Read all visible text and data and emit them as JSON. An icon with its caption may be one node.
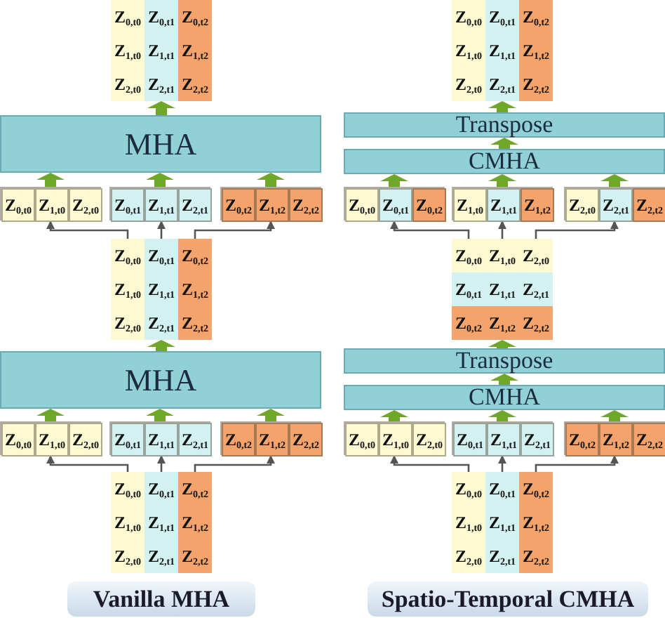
{
  "diagram": {
    "nodes": [
      {
        "text": [],
        "shape": "box"
      },
      {
        "text": [
          "Z$_{0,t0}$"
        ],
        "in": 0
      },
      {
        "text": [
          "Z$_{0,t1}$"
        ],
        "in": 0
      },
      {
        "text": [
          "Z$_{0,t2}$"
        ],
        "in": 0
      },
      {
        "text": [
          "Z$_{1,t0}$"
        ],
        "in": 0
      },
      {
        "text": [
          "Z$_{1,t1}$"
        ],
        "in": 0
      },
      {
        "text": [
          "Z$_{1,t2}$"
        ],
        "in": 0
      },
      {
        "text": [
          "Z$_{2,t0}$"
        ],
        "in": 0
      },
      {
        "text": [
          "Z$_{2,t1}$"
        ],
        "in": 0
      },
      {
        "text": [
          "Z$_{2,t2}$"
        ],
        "in": 0
      },
      {
        "text": [
          "MHA"
        ]
      },
      {
        "text": [],
        "shape": "box"
      },
      {
        "text": [
          "Z$_{0,t0}$"
        ],
        "in": 11
      },
      {
        "text": [
          "Z$_{1,t0}$"
        ],
        "in": 11
      },
      {
        "text": [
          "Z$_{2,t0}$"
        ],
        "in": 11
      },
      {
        "text": [],
        "shape": "box"
      },
      {
        "text": [
          "Z$_{0,t1}$"
        ],
        "in": 15
      },
      {
        "text": [
          "Z$_{1,t1}$"
        ],
        "in": 15
      },
      {
        "text": [
          "Z$_{2,t1}$"
        ],
        "in": 15
      },
      {
        "text": [],
        "shape": "box"
      },
      {
        "text": [
          "Z$_{0,t2}$"
        ],
        "in": 19
      },
      {
        "text": [
          "Z$_{1,t2}$"
        ],
        "in": 19
      },
      {
        "text": [
          "Z$_{2,t2}$"
        ],
        "in": 19
      },
      {
        "text": [],
        "shape": "box"
      },
      {
        "text": [
          "Z$_{0,t0}$"
        ],
        "in": 23
      },
      {
        "text": [
          "Z$_{0,t1}$"
        ],
        "in": 23
      },
      {
        "text": [
          "Z$_{0,t2}$"
        ],
        "in": 23
      },
      {
        "text": [
          "Z$_{1,t0}$"
        ],
        "in": 23
      },
      {
        "text": [
          "Z$_{1,t1}$"
        ],
        "in": 23
      },
      {
        "text": [
          "Z$_{1,t2}$"
        ],
        "in": 23
      },
      {
        "text": [
          "Z$_{2,t0}$"
        ],
        "in": 23
      },
      {
        "text": [
          "Z$_{2,t1}$"
        ],
        "in": 23
      },
      {
        "text": [
          "Z$_{2,t2}$"
        ],
        "in": 23
      },
      {
        "text": [
          "MHA"
        ]
      },
      {
        "text": [],
        "shape": "box"
      },
      {
        "text": [
          "Z$_{0,t0}$"
        ],
        "in": 34
      },
      {
        "text": [
          "Z$_{1,t0}$"
        ],
        "in": 34
      },
      {
        "text": [
          "Z$_{2,t0}$"
        ],
        "in": 34
      },
      {
        "text": [],
        "shape": "box"
      },
      {
        "text": [
          "Z$_{0,t1}$"
        ],
        "in": 38
      },
      {
        "text": [
          "Z$_{1,t1}$"
        ],
        "in": 38
      },
      {
        "text": [
          "Z$_{2,t1}$"
        ],
        "in": 38
      },
      {
        "text": [],
        "shape": "box"
      },
      {
        "text": [
          "Z$_{0,t2}$"
        ],
        "in": 42
      },
      {
        "text": [
          "Z$_{1,t2}$"
        ],
        "in": 42
      },
      {
        "text": [
          "Z$_{2,t2}$"
        ],
        "in": 42
      },
      {
        "text": [],
        "shape": "box"
      },
      {
        "text": [
          "Z$_{0,t0}$"
        ],
        "in": 46
      },
      {
        "text": [
          "Z$_{0,t1}$"
        ],
        "in": 46
      },
      {
        "text": [
          "Z$_{0,t2}$"
        ],
        "in": 46
      },
      {
        "text": [
          "Z$_{1,t0}$"
        ],
        "in": 46
      },
      {
        "text": [
          "Z$_{1,t1}$"
        ],
        "in": 46
      },
      {
        "text": [
          "Z$_{1,t2}$"
        ],
        "in": 46
      },
      {
        "text": [
          "Z$_{2,t0}$"
        ],
        "in": 46
      },
      {
        "text": [
          "Z$_{2,t1}$"
        ],
        "in": 46
      },
      {
        "text": [
          "Z$_{2,t2}$"
        ],
        "in": 46
      },
      {
        "text": [
          "Vanilla MHA"
        ]
      },
      {
        "text": [],
        "shape": "box"
      },
      {
        "text": [
          "Z$_{0,t0}$"
        ],
        "in": 57
      },
      {
        "text": [
          "Z$_{0,t1}$"
        ],
        "in": 57
      },
      {
        "text": [
          "Z$_{0,t2}$"
        ],
        "in": 57
      },
      {
        "text": [
          "Z$_{1,t0}$"
        ],
        "in": 57
      },
      {
        "text": [
          "Z$_{1,t1}$"
        ],
        "in": 57
      },
      {
        "text": [
          "Z$_{1,t2}$"
        ],
        "in": 57
      },
      {
        "text": [
          "Z$_{2,t0}$"
        ],
        "in": 57
      },
      {
        "text": [
          "Z$_{2,t1}$"
        ],
        "in": 57
      },
      {
        "text": [
          "Z$_{2,t2}$"
        ],
        "in": 57
      },
      {
        "text": [
          "Transpose"
        ]
      },
      {
        "text": [
          "CMHA"
        ]
      },
      {
        "text": [],
        "shape": "box"
      },
      {
        "text": [
          "Z$_{0,t0}$"
        ],
        "in": 69
      },
      {
        "text": [
          "Z$_{0,t1}$"
        ],
        "in": 69
      },
      {
        "text": [
          "Z$_{0,t2}$"
        ],
        "in": 69
      },
      {
        "text": [],
        "shape": "box"
      },
      {
        "text": [
          "Z$_{1,t0}$"
        ],
        "in": 73
      },
      {
        "text": [
          "Z$_{1,t1}$"
        ],
        "in": 73
      },
      {
        "text": [
          "Z$_{1,t2}$"
        ],
        "in": 73
      },
      {
        "text": [],
        "shape": "box"
      },
      {
        "text": [
          "Z$_{2,t0}$"
        ],
        "in": 77
      },
      {
        "text": [
          "Z$_{2,t1}$"
        ],
        "in": 77
      },
      {
        "text": [
          "Z$_{2,t2}$"
        ],
        "in": 77
      },
      {
        "text": [],
        "shape": "box"
      },
      {
        "text": [
          "Z$_{0,t0}$"
        ],
        "in": 81
      },
      {
        "text": [
          "Z$_{1,t0}$"
        ],
        "in": 81
      },
      {
        "text": [
          "Z$_{2,t0}$"
        ],
        "in": 81
      },
      {
        "text": [
          "Z$_{0,t1}$"
        ],
        "in": 81
      },
      {
        "text": [
          "Z$_{1,t1}$"
        ],
        "in": 81
      },
      {
        "text": [
          "Z$_{2,t1}$"
        ],
        "in": 81
      },
      {
        "text": [
          "Z$_{0,t2}$"
        ],
        "in": 81
      },
      {
        "text": [
          "Z$_{1,t2}$"
        ],
        "in": 81
      },
      {
        "text": [
          "Z$_{2,t2}$"
        ],
        "in": 81
      },
      {
        "text": [
          "Transpose"
        ]
      },
      {
        "text": [
          "CMHA"
        ]
      },
      {
        "text": [],
        "shape": "box"
      },
      {
        "text": [
          "Z$_{0,t0}$"
        ],
        "in": 93
      },
      {
        "text": [
          "Z$_{1,t0}$"
        ],
        "in": 93
      },
      {
        "text": [
          "Z$_{2,t0}$"
        ],
        "in": 93
      },
      {
        "text": [],
        "shape": "box"
      },
      {
        "text": [
          "Z$_{0,t1}$"
        ],
        "in": 97
      },
      {
        "text": [
          "Z$_{1,t1}$"
        ],
        "in": 97
      },
      {
        "text": [
          "Z$_{2,t1}$"
        ],
        "in": 97
      },
      {
        "text": [],
        "shape": "box"
      },
      {
        "text": [
          "Z$_{0,t2}$"
        ],
        "in": 101
      },
      {
        "text": [
          "Z$_{1,t2}$"
        ],
        "in": 101
      },
      {
        "text": [
          "Z$_{2,t2}$"
        ],
        "in": 101
      },
      {
        "text": [],
        "shape": "box"
      },
      {
        "text": [
          "Z$_{0,t0}$"
        ],
        "in": 105
      },
      {
        "text": [
          "Z$_{0,t1}$"
        ],
        "in": 105
      },
      {
        "text": [
          "Z$_{0,t2}$"
        ],
        "in": 105
      },
      {
        "text": [
          "Z$_{1,t0}$"
        ],
        "in": 105
      },
      {
        "text": [
          "Z$_{1,t1}$"
        ],
        "in": 105
      },
      {
        "text": [
          "Z$_{1,t2}$"
        ],
        "in": 105
      },
      {
        "text": [
          "Z$_{2,t0}$"
        ],
        "in": 105
      },
      {
        "text": [
          "Z$_{2,t1}$"
        ],
        "in": 105
      },
      {
        "text": [
          "Z$_{2,t2}$"
        ],
        "in": 105
      },
      {
        "text": [
          "Spatio-Temporal CMHA"
        ]
      }
    ],
    "edges": [
      {
        "from": 10,
        "to": 0,
        "arrow": "to"
      },
      {
        "from": 11,
        "to": 10,
        "arrow": "to"
      },
      {
        "from": 15,
        "to": 10,
        "arrow": "to"
      },
      {
        "from": 19,
        "to": 10,
        "arrow": "to"
      },
      {
        "from": 23,
        "to": 11,
        "arrow": "to",
        "color": "#555555"
      },
      {
        "from": 23,
        "to": 15,
        "arrow": "to",
        "color": "#555555"
      },
      {
        "from": 23,
        "to": 19,
        "arrow": "to",
        "color": "#555555"
      },
      {
        "from": 33,
        "to": 23,
        "arrow": "to"
      },
      {
        "from": 34,
        "to": 33,
        "arrow": "to"
      },
      {
        "from": 38,
        "to": 33,
        "arrow": "to"
      },
      {
        "from": 42,
        "to": 33,
        "arrow": "to"
      },
      {
        "from": 46,
        "to": 34,
        "arrow": "to",
        "color": "#555555"
      },
      {
        "from": 46,
        "to": 38,
        "arrow": "to",
        "color": "#555555"
      },
      {
        "from": 46,
        "to": 42,
        "arrow": "to",
        "color": "#555555"
      },
      {
        "from": 67,
        "to": 57,
        "arrow": "to"
      },
      {
        "from": 68,
        "to": 67,
        "arrow": "to"
      },
      {
        "from": 69,
        "to": 68,
        "arrow": "to"
      },
      {
        "from": 73,
        "to": 68,
        "arrow": "to"
      },
      {
        "from": 77,
        "to": 68,
        "arrow": "to"
      },
      {
        "from": 81,
        "to": 69,
        "arrow": "to",
        "color": "#555555"
      },
      {
        "from": 81,
        "to": 73,
        "arrow": "to",
        "color": "#555555"
      },
      {
        "from": 81,
        "to": 77,
        "arrow": "to",
        "color": "#555555"
      },
      {
        "from": 91,
        "to": 81,
        "arrow": "to"
      },
      {
        "from": 92,
        "to": 91,
        "arrow": "to"
      },
      {
        "from": 93,
        "to": 92,
        "arrow": "to"
      },
      {
        "from": 97,
        "to": 92,
        "arrow": "to"
      },
      {
        "from": 101,
        "to": 92,
        "arrow": "to"
      },
      {
        "from": 105,
        "to": 93,
        "arrow": "to",
        "color": "#555555"
      },
      {
        "from": 105,
        "to": 97,
        "arrow": "to",
        "color": "#555555"
      },
      {
        "from": 105,
        "to": 101,
        "arrow": "to",
        "color": "#555555"
      }
    ]
  }
}
